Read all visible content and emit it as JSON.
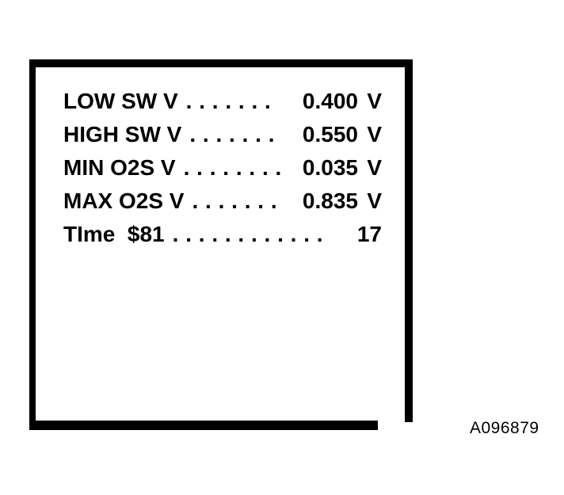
{
  "figure": {
    "code": "A096879",
    "colors": {
      "ink": "#000000",
      "paper": "#ffffff"
    },
    "display": {
      "rows": [
        {
          "label": "LOW SW V",
          "dots": ". . . . . . .",
          "value": "0.400",
          "unit": "V"
        },
        {
          "label": "HIGH SW V",
          "dots": ". . . . . . .",
          "value": "0.550",
          "unit": "V"
        },
        {
          "label": "MIN O2S V",
          "dots": ". . . . . . . .",
          "value": "0.035",
          "unit": "V"
        },
        {
          "label": "MAX O2S V",
          "dots": ". . . . . . .",
          "value": "0.835",
          "unit": "V"
        },
        {
          "label": "TIme  $81",
          "dots": ". . . . . . . . . . . . .",
          "value": "17",
          "unit": ""
        }
      ]
    }
  }
}
